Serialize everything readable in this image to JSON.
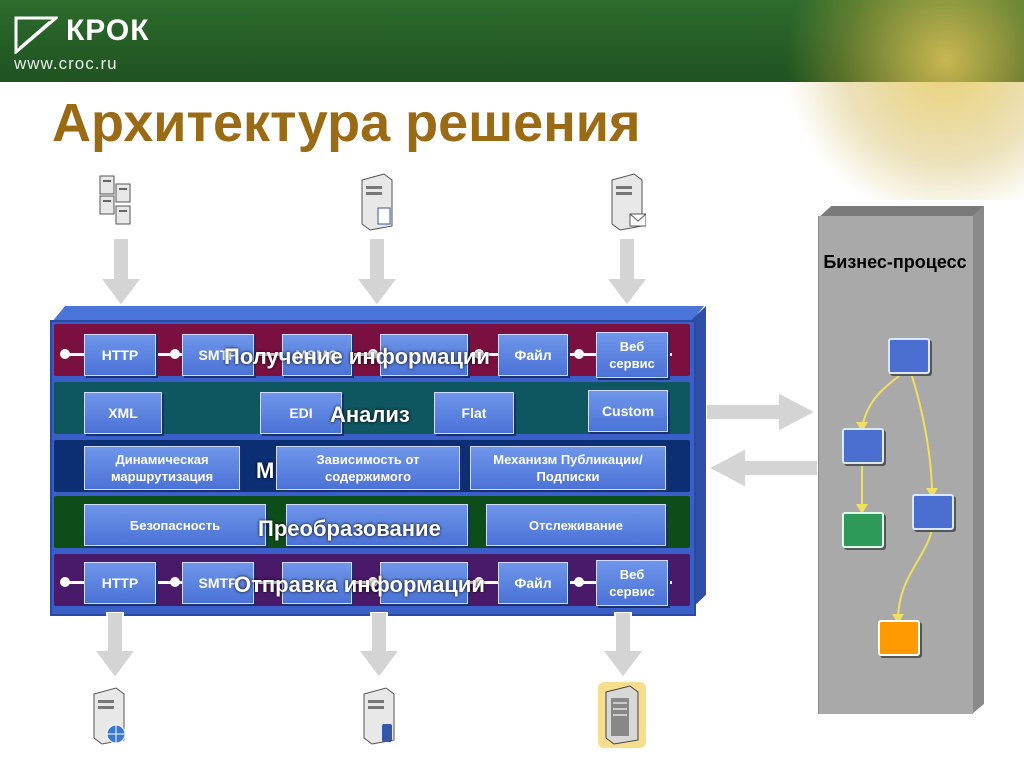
{
  "header": {
    "logo_name": "КРОК",
    "logo_url": "www.croc.ru"
  },
  "title": "Архитектура решения",
  "layers": {
    "receive": {
      "label": "Получение информации",
      "items": [
        "HTTP",
        "SMTP",
        "MSMQ",
        "",
        "Файл",
        "Веб сервис"
      ]
    },
    "analysis": {
      "label": "Анализ",
      "items": [
        "XML",
        "EDI",
        "Flat",
        "Custom"
      ]
    },
    "routing": {
      "label": "М",
      "items": [
        "Динамическая маршрутизация",
        "Зависимость от содержимого",
        "Механизм Публикации/Подписки"
      ]
    },
    "transform": {
      "label": "Преобразование",
      "items": [
        "Безопасность",
        "",
        "Отслеживание"
      ]
    },
    "send": {
      "label": "Отправка информации",
      "items": [
        "HTTP",
        "SMTP",
        "",
        "",
        "Файл",
        "Веб сервис"
      ]
    }
  },
  "business_process": {
    "title": "Бизнес-процесс"
  },
  "colors": {
    "header_green": "#2d6b2d",
    "title_gold": "#9a6b14",
    "layer_receive": "#7a1040",
    "layer_analysis": "#0e5660",
    "layer_routing": "#0c2f74",
    "layer_transform": "#0d4d1a",
    "layer_send": "#4a1a6a",
    "chip_blue": "#5b82e0",
    "node_blue": "#4a6fd0",
    "node_green": "#2e9a5a",
    "node_orange": "#ff9a00"
  },
  "icons": [
    "server-cluster-icon",
    "server-document-icon",
    "server-mail-icon",
    "server-globe-icon",
    "server-phone-icon",
    "server-rack-icon"
  ]
}
